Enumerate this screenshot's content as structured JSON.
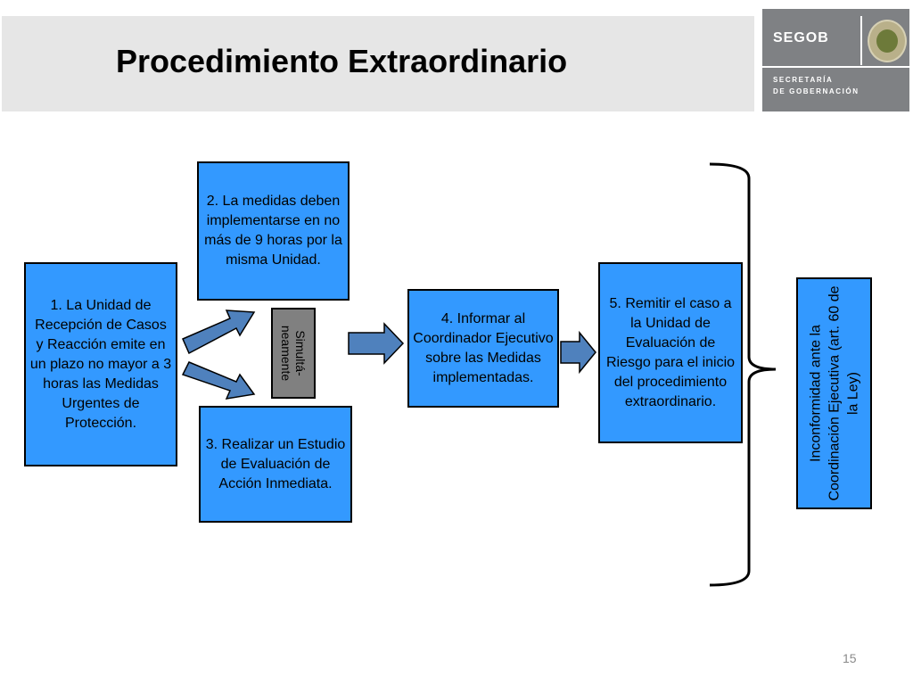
{
  "slide": {
    "title": "Procedimiento Extraordinario",
    "page_number": "15"
  },
  "logo": {
    "name": "SEGOB",
    "subtitle_line1": "SECRETARÍA",
    "subtitle_line2": "DE GOBERNACIÓN"
  },
  "steps": {
    "step1": "1. La Unidad de Recepción de Casos y Reacción emite en un plazo no mayor a 3 horas las Medidas Urgentes de Protección.",
    "step2": "2. La medidas deben implementarse en no más de 9 horas por la misma Unidad.",
    "step3": "3. Realizar un Estudio de Evaluación de Acción Inmediata.",
    "step4": "4. Informar al Coordinador Ejecutivo sobre las Medidas implementadas.",
    "step5": "5. Remitir el caso a la Unidad de Evaluación de Riesgo para el inicio del procedimiento extraordinario."
  },
  "simultaneous_label": "Simultá-\nneamente",
  "inconformity_label": "Inconformidad ante la Coordinación Ejecutiva (art. 60 de la Ley)",
  "colors": {
    "box_fill": "#3399ff",
    "arrow_fill": "#4f81bd",
    "header_band": "#e6e6e6",
    "logo_bg": "#7f8184"
  }
}
